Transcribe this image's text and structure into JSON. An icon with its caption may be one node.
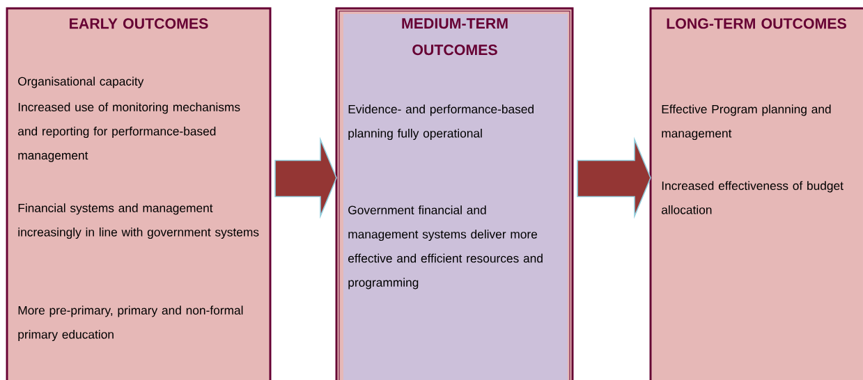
{
  "diagram": {
    "nodes": [
      {
        "text": [
          "EARLY OUTCOMES",
          "Organisational capacity",
          "Increased use of monitoring mechanisms and reporting for performance-based management",
          "Financial systems and management increasingly in line with government systems",
          "More pre-primary, primary and non-formal primary education"
        ]
      },
      {
        "text": [
          "MEDIUM-TERM OUTCOMES",
          "Evidence- and performance-based planning fully operational",
          "Government financial and management systems deliver more effective and efficient resources and programming"
        ]
      },
      {
        "text": [
          "LONG-TERM OUTCOMES",
          "Effective Program planning and management",
          "Increased effectiveness of budget allocation"
        ]
      }
    ],
    "edges": [
      {
        "from": 0,
        "to": 1,
        "arrow": "to"
      },
      {
        "from": 1,
        "to": 2,
        "arrow": "to"
      }
    ]
  }
}
